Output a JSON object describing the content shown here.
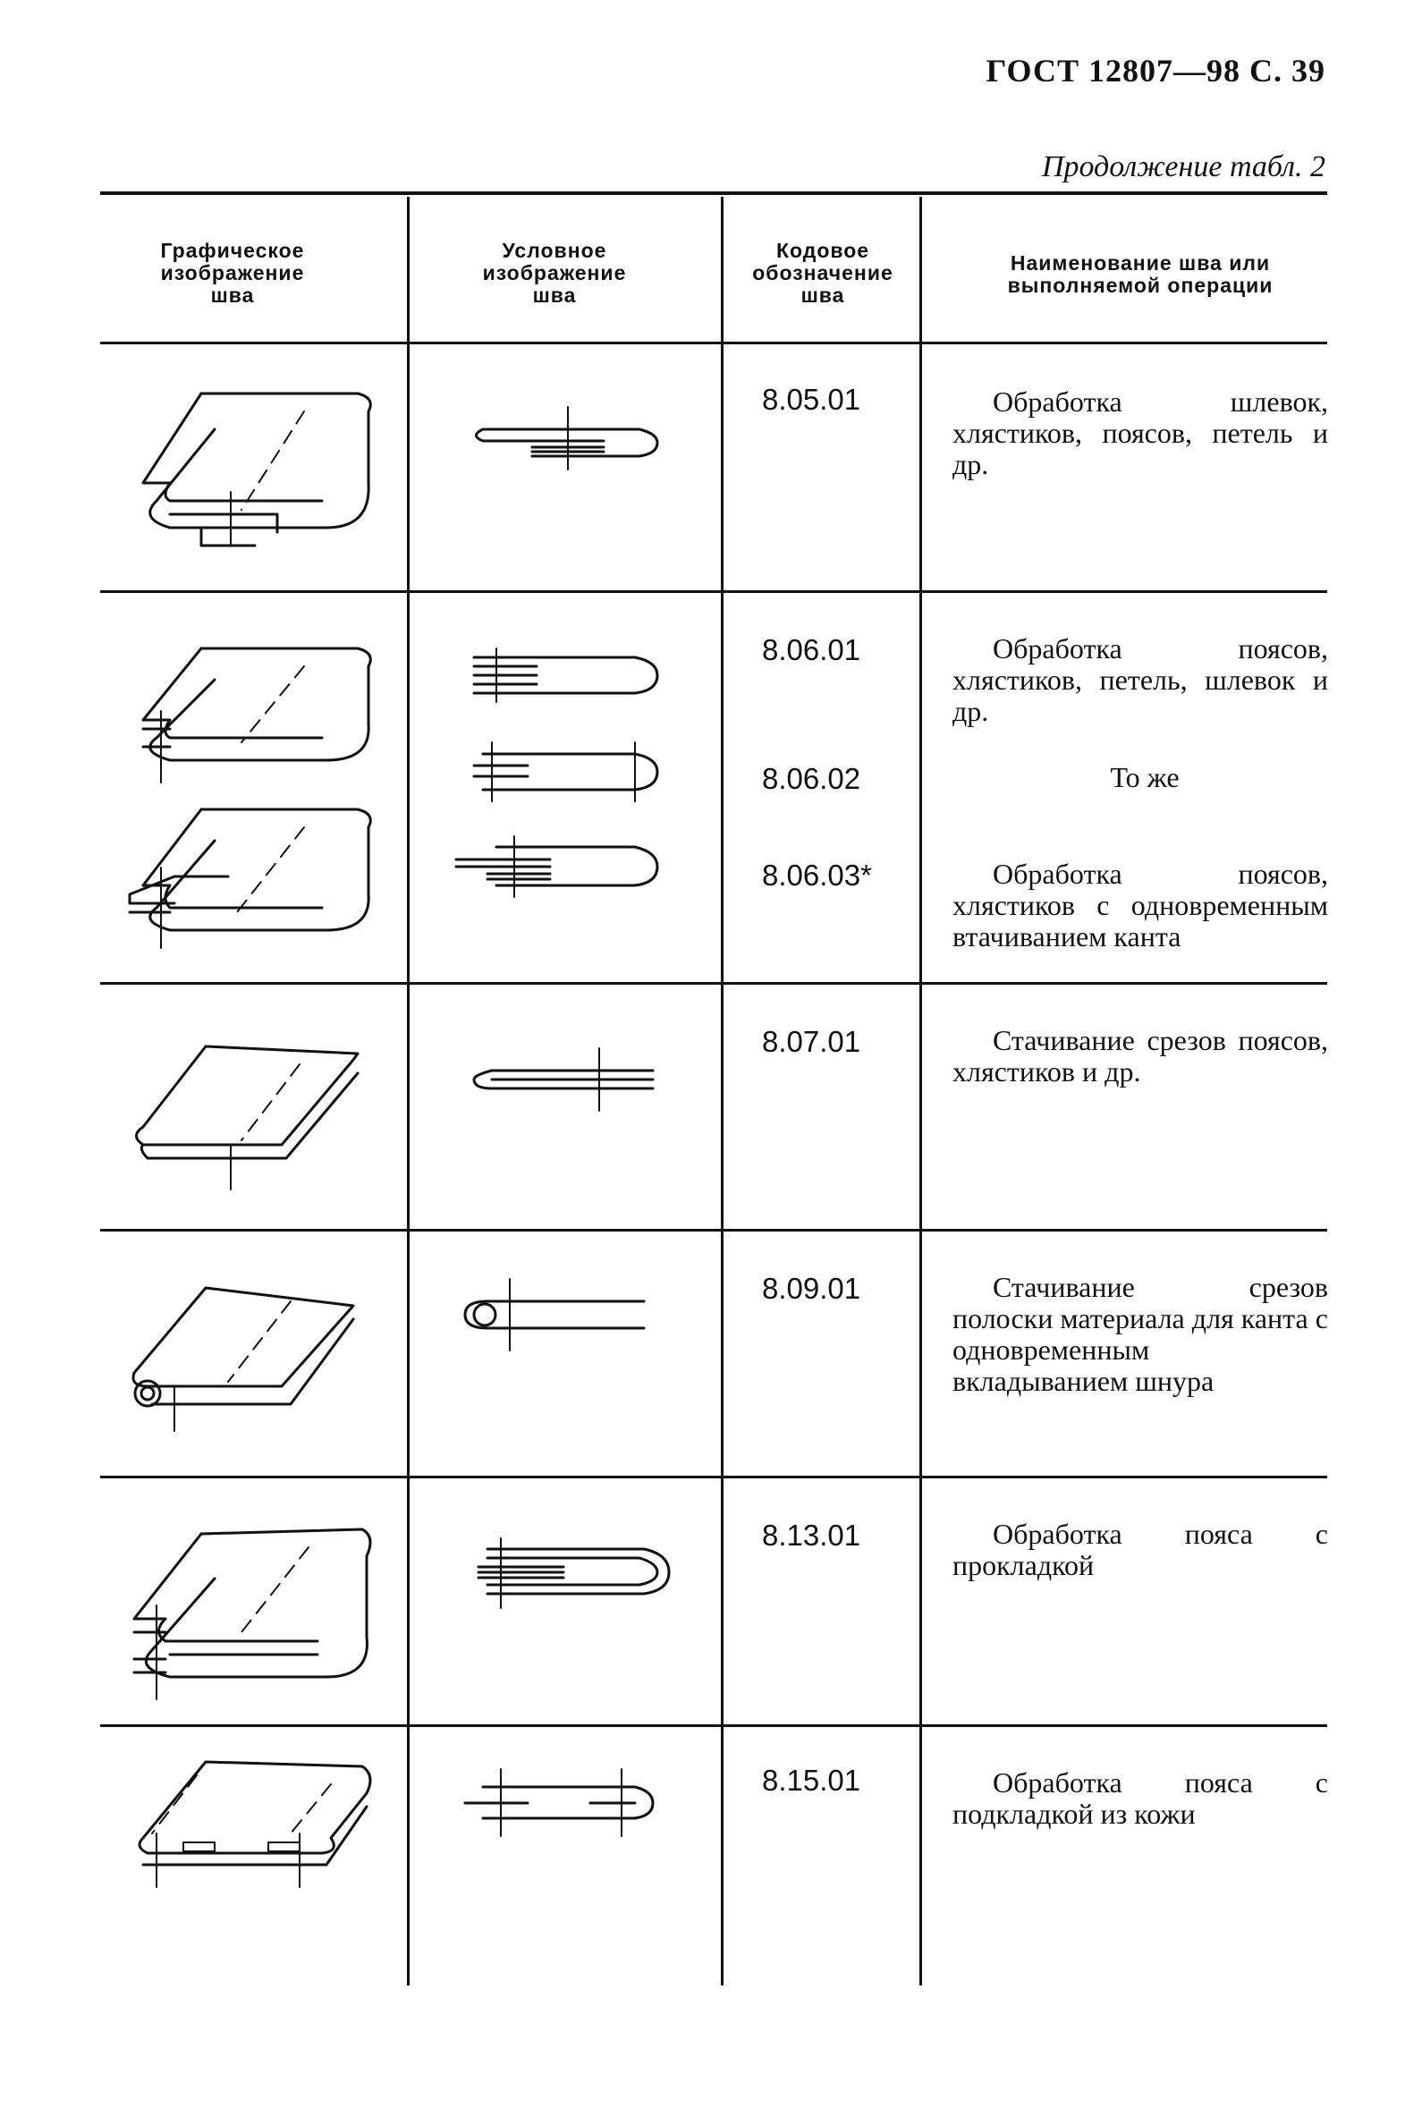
{
  "header": {
    "page_ref": "ГОСТ 12807—98 С. 39",
    "continuation": "Продолжение табл. 2"
  },
  "table": {
    "columns": [
      "Графическое изображение шва",
      "Условное изображение шва",
      "Кодовое обозначение шва",
      "Наименование шва или выполняемой операции"
    ],
    "rows": [
      {
        "codes": [
          "8.05.01"
        ],
        "descriptions": [
          "Обработка шлевок, хлястиков, поясов, петель и др."
        ]
      },
      {
        "codes": [
          "8.06.01",
          "8.06.02",
          "8.06.03*"
        ],
        "descriptions": [
          "Обработка поясов, хлястиков, петель, шлевок и др.",
          "То же",
          "Обработка поясов, хлястиков с одновременным втачиванием канта"
        ]
      },
      {
        "codes": [
          "8.07.01"
        ],
        "descriptions": [
          "Стачивание срезов поясов, хлястиков и др."
        ]
      },
      {
        "codes": [
          "8.09.01"
        ],
        "descriptions": [
          "Стачивание срезов полоски материала для канта с одновременным вкладыванием шнура"
        ]
      },
      {
        "codes": [
          "8.13.01"
        ],
        "descriptions": [
          "Обработка пояса с прокладкой"
        ]
      },
      {
        "codes": [
          "8.15.01"
        ],
        "descriptions": [
          "Обработка пояса с подкладкой из кожи"
        ]
      }
    ]
  }
}
